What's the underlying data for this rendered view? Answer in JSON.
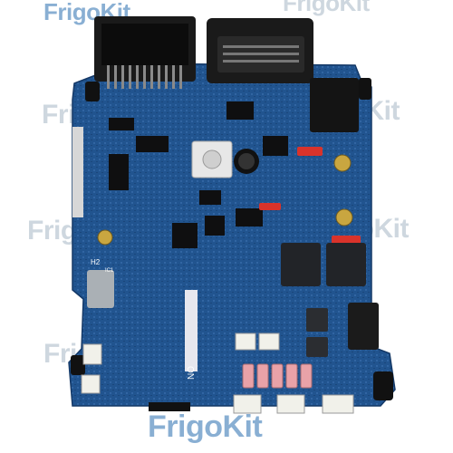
{
  "watermark": {
    "brand": "FrigoKit"
  },
  "board_marks": {
    "silk_h2": "H2",
    "silk_ic": "IC1",
    "silk_no": "NO"
  },
  "colors": {
    "pcb": "#1f4f8f",
    "pcb_dark": "#163a6b",
    "connector": "#1a1a1a",
    "fuse_pink": "#e9a2a8",
    "relay": "#222428",
    "brand_blue": "#2a6fb0"
  }
}
